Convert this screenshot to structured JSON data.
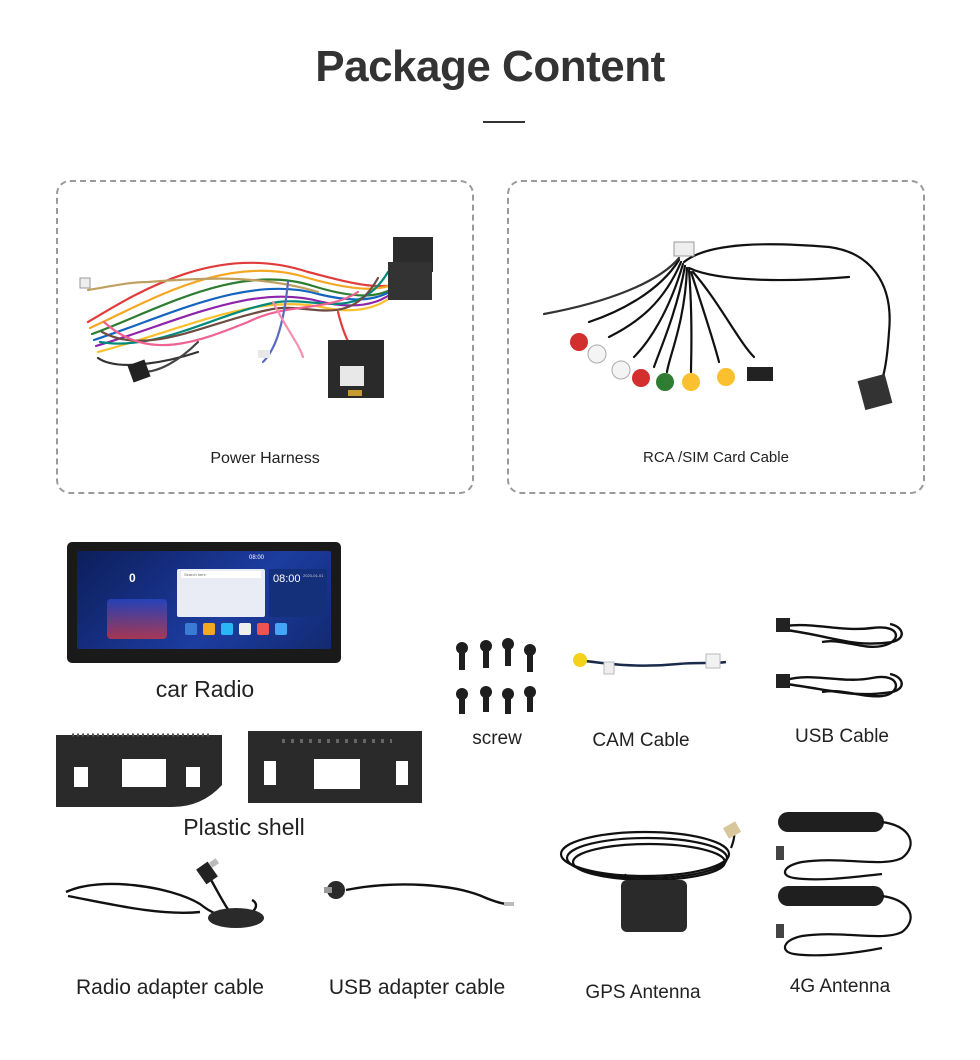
{
  "title": "Package Content",
  "items": {
    "power_harness": "Power Harness",
    "rca_sim_cable": "RCA /SIM Card Cable",
    "car_radio": "car Radio",
    "screw": "screw",
    "cam_cable": "CAM Cable",
    "usb_cable": "USB Cable",
    "plastic_shell": "Plastic shell",
    "radio_adapter_cable": "Radio adapter cable",
    "usb_adapter_cable": "USB adapter cable",
    "gps_antenna": "GPS Antenna",
    "antenna_4g": "4G Antenna"
  },
  "radio_screen": {
    "speed": "0",
    "time": "08:00",
    "status_time": "08:00",
    "search_placeholder": "Search here",
    "date": "2023-01-01"
  }
}
